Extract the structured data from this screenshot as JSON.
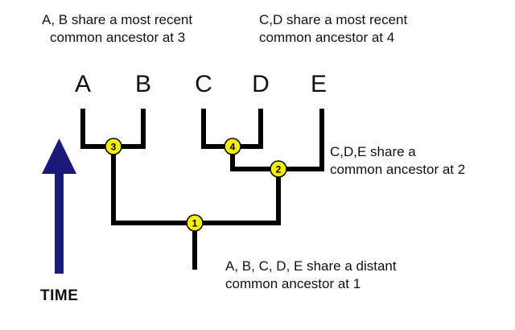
{
  "notes": {
    "ab": {
      "line1": "A, B share a most recent",
      "line2": "common ancestor at 3"
    },
    "cd": {
      "line1": "C,D share a most recent",
      "line2": "common ancestor at 4"
    },
    "cde": {
      "line1": "C,D,E share a",
      "line2": "common ancestor at 2"
    },
    "all": {
      "line1": "A, B, C, D, E share a distant",
      "line2": "common ancestor at 1"
    }
  },
  "tips": [
    "A",
    "B",
    "C",
    "D",
    "E"
  ],
  "nodes": [
    "1",
    "2",
    "3",
    "4"
  ],
  "time_label": "TIME",
  "colors": {
    "branch": "#000000",
    "node_fill": "#f2f000",
    "arrow": "#1a1a7a"
  }
}
